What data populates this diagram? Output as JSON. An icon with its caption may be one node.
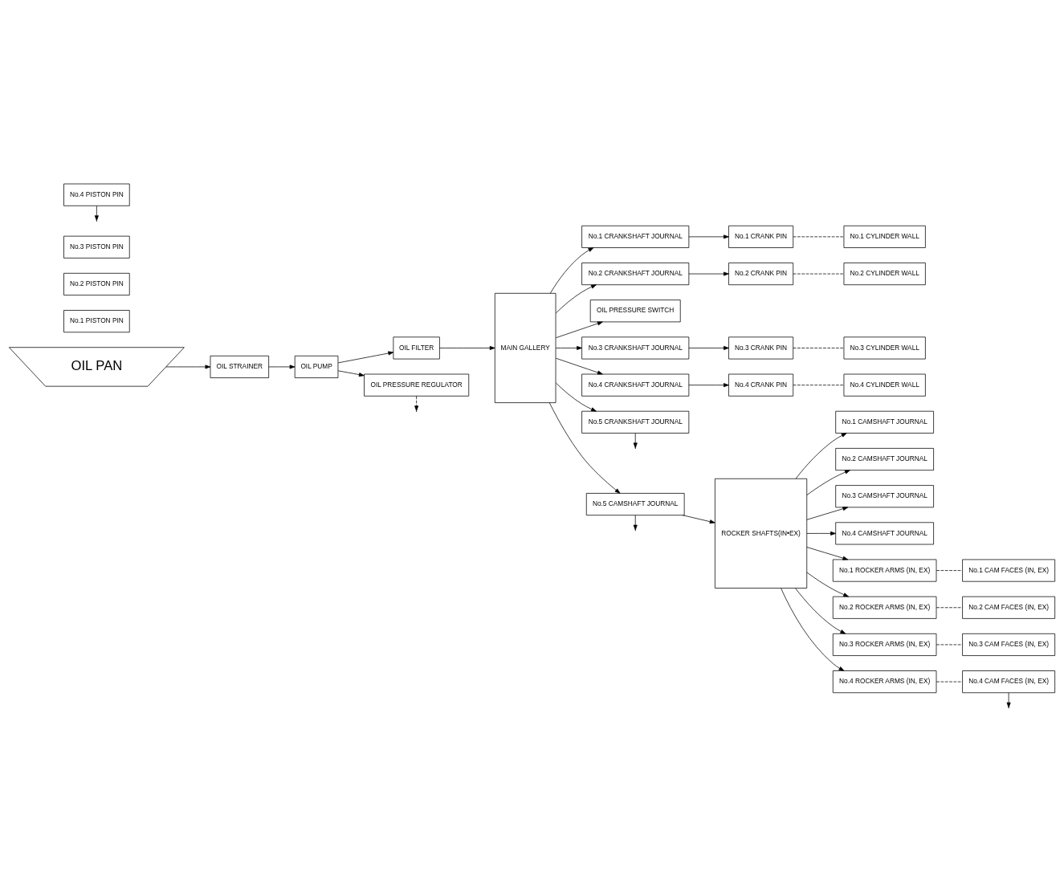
{
  "diagram": {
    "nodes": [
      {
        "text": [
          "No.1 CYLINDER WALL"
        ]
      },
      {
        "text": [
          "No.1 PISTON PIN"
        ]
      },
      {
        "text": [
          "No.1 CRANK PIN"
        ]
      },
      {
        "text": [
          "No.1 CRANKSHAFT JOURNAL"
        ]
      },
      {
        "text": [
          "No.2 CYLINDER WALL"
        ]
      },
      {
        "text": [
          "No.2 PISTON PIN"
        ]
      },
      {
        "text": [
          "No.2 CRANK PIN"
        ]
      },
      {
        "text": [
          "No.2 CRANKSHAFT JOURNAL"
        ]
      },
      {
        "text": [
          "OIL PRESSURE SWITCH"
        ]
      },
      {
        "text": [
          "No.3 CYLINDER WALL"
        ]
      },
      {
        "text": [
          "No.3 PISTON PIN"
        ]
      },
      {
        "text": [
          "No.3 CRANK PIN"
        ]
      },
      {
        "text": [
          "No.3 CRANKSHAFT JOURNAL"
        ]
      },
      {
        "text": [
          "No.4 CYLINDER WALL"
        ]
      },
      {
        "text": [
          "No.4 PISTON PIN"
        ]
      },
      {
        "text": [
          "No.4 CRANK PIN"
        ]
      },
      {
        "text": [
          "No.4 CRANKSHAFT JOURNAL"
        ]
      },
      {
        "text": [
          "No.5 CRANKSHAFT JOURNAL"
        ]
      },
      {
        "text": [
          "MAIN GALLERY"
        ]
      },
      {
        "text": [
          "No.1 CAMSHAFT JOURNAL"
        ]
      },
      {
        "text": [
          "No.2 CAMSHAFT JOURNAL"
        ]
      },
      {
        "text": [
          "No.3 CAMSHAFT JOURNAL"
        ]
      },
      {
        "text": [
          "No.4 CAMSHAFT JOURNAL"
        ]
      },
      {
        "text": [
          "No.5 CAMSHAFT JOURNAL"
        ]
      },
      {
        "text": [
          "ROCKER SHAFTS(IN•EX)"
        ]
      },
      {
        "text": [
          "No.1 ROCKER ARMS (IN, EX)"
        ]
      },
      {
        "text": [
          "No.1 CAM FACES (IN, EX)"
        ]
      },
      {
        "text": [
          "No.2 ROCKER ARMS (IN, EX)"
        ]
      },
      {
        "text": [
          "No.2 CAM FACES (IN, EX)"
        ]
      },
      {
        "text": [
          "No.3 ROCKER ARMS (IN, EX)"
        ]
      },
      {
        "text": [
          "No.3 CAM FACES (IN, EX)"
        ]
      },
      {
        "text": [
          "No.4 ROCKER ARMS (IN, EX)"
        ]
      },
      {
        "text": [
          "No.4 CAM FACES (IN, EX)"
        ]
      },
      {
        "text": [
          "OIL FILTER"
        ]
      },
      {
        "text": [
          "OIL PRESSURE REGULATOR"
        ]
      },
      {
        "text": [
          "OIL PUMP"
        ]
      },
      {
        "text": [
          "OIL STRAINER"
        ]
      },
      {
        "text": [
          "OIL PAN"
        ]
      }
    ],
    "edges": [
      {
        "from": 37,
        "to": 36,
        "arrow": "to"
      },
      {
        "from": 36,
        "to": 35,
        "arrow": "to"
      },
      {
        "from": 35,
        "to": 33,
        "arrow": "to"
      },
      {
        "from": 35,
        "to": 34,
        "arrow": "to"
      },
      {
        "from": 34,
        "to": null,
        "arrow": "to",
        "style": "dashed"
      },
      {
        "from": 33,
        "to": 18,
        "arrow": "to"
      },
      {
        "from": 18,
        "to": 3,
        "arrow": "to"
      },
      {
        "from": 18,
        "to": 7,
        "arrow": "to"
      },
      {
        "from": 18,
        "to": 8,
        "arrow": "to"
      },
      {
        "from": 18,
        "to": 12,
        "arrow": "to"
      },
      {
        "from": 18,
        "to": 16,
        "arrow": "to"
      },
      {
        "from": 18,
        "to": 17,
        "arrow": "to"
      },
      {
        "from": 3,
        "to": 2,
        "arrow": "to"
      },
      {
        "from": 7,
        "to": 6,
        "arrow": "to"
      },
      {
        "from": 12,
        "to": 11,
        "arrow": "to"
      },
      {
        "from": 16,
        "to": 15,
        "arrow": "to"
      },
      {
        "from": 2,
        "to": 0,
        "arrow": "none",
        "style": "dashed"
      },
      {
        "from": 6,
        "to": 4,
        "arrow": "none",
        "style": "dashed"
      },
      {
        "from": 11,
        "to": 9,
        "arrow": "none",
        "style": "dashed"
      },
      {
        "from": 15,
        "to": 13,
        "arrow": "none",
        "style": "dashed"
      },
      {
        "from": 14,
        "to": null,
        "arrow": "to"
      },
      {
        "from": 17,
        "to": null,
        "arrow": "to"
      },
      {
        "from": 18,
        "to": 23,
        "arrow": "to"
      },
      {
        "from": 23,
        "to": 24,
        "arrow": "to"
      },
      {
        "from": 23,
        "to": null,
        "arrow": "to"
      },
      {
        "from": 24,
        "to": 19,
        "arrow": "to"
      },
      {
        "from": 24,
        "to": 20,
        "arrow": "to"
      },
      {
        "from": 24,
        "to": 21,
        "arrow": "to"
      },
      {
        "from": 24,
        "to": 22,
        "arrow": "to"
      },
      {
        "from": 24,
        "to": 25,
        "arrow": "to"
      },
      {
        "from": 24,
        "to": 27,
        "arrow": "to"
      },
      {
        "from": 24,
        "to": 29,
        "arrow": "to"
      },
      {
        "from": 24,
        "to": 31,
        "arrow": "to"
      },
      {
        "from": 25,
        "to": 26,
        "arrow": "none",
        "style": "dashed"
      },
      {
        "from": 27,
        "to": 28,
        "arrow": "none",
        "style": "dashed"
      },
      {
        "from": 29,
        "to": 30,
        "arrow": "none",
        "style": "dashed"
      },
      {
        "from": 31,
        "to": 32,
        "arrow": "none",
        "style": "dashed"
      },
      {
        "from": 32,
        "to": null,
        "arrow": "to"
      }
    ]
  }
}
